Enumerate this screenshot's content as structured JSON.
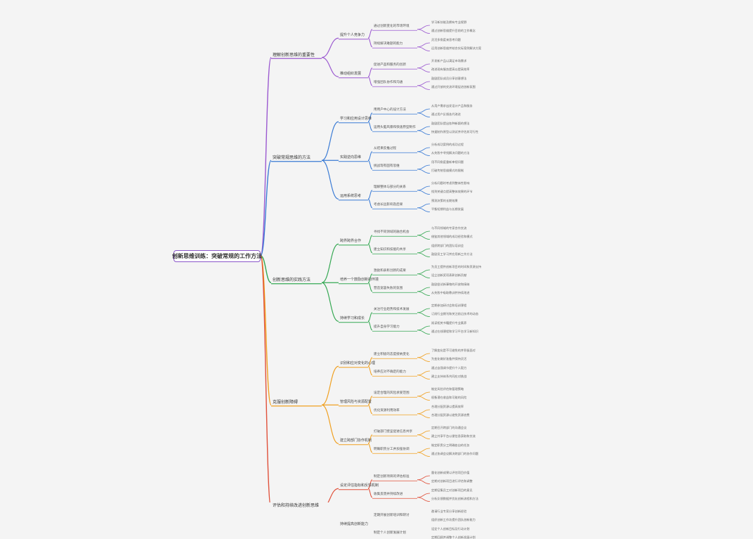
{
  "root": "创新思维训练：突破常规的工作方法",
  "colors": {
    "root_border": "#8a56c9",
    "branches": [
      "#9b59d0",
      "#3a7bd5",
      "#35a853",
      "#f0a020",
      "#e0503a"
    ]
  },
  "branches": [
    {
      "label": "理解创新思维的重要性",
      "children": [
        {
          "label": "提升个人竞争力",
          "children": [
            {
              "label": "通过创新变化的市场环境",
              "children": [
                "学习新技能及拥有专业视野",
                "通过创新思维提升目前的工作概念"
              ]
            },
            {
              "label": "持续解决难题的能力",
              "children": [
                "灵活多角度来思考问题",
                "运用创新思维并结合实际案例解决方案"
              ]
            }
          ]
        },
        {
          "label": "推动组织发展",
          "children": [
            {
              "label": "促进产品和服务的创新",
              "children": [
                "开发新产品以满足市场需求",
                "改进现有服务提高以提高效率"
              ]
            },
            {
              "label": "增强团队协作和沟通",
              "children": [
                "鼓励团队成员分享创意想法",
                "通过开放的交流环境促进创新氛围"
              ]
            }
          ]
        }
      ]
    },
    {
      "label": "突破常规思维的方法",
      "children": [
        {
          "label": "学习和应用设计思维",
          "children": [
            {
              "label": "用用户中心的设计方法",
              "children": [
                "从用户需求出发设计产品和服务",
                "通过用户反馈迭代改进"
              ]
            },
            {
              "label": "运用头脑风暴和快速原型制作",
              "children": [
                "鼓励团队提出各种新颖的想法",
                "快速制作原型以测试并评估其可行性"
              ]
            }
          ]
        },
        {
          "label": "实践逆向思维",
          "children": [
            {
              "label": "从结果反推过程",
              "children": [
                "分析成功案例的成功过程",
                "从失败中寻找解决问题的方法"
              ]
            },
            {
              "label": "挑战现有固有思维",
              "children": [
                "用不同角度重新审视问题",
                "打破传统思维模式的限制"
              ]
            }
          ]
        },
        {
          "label": "运用系统思考",
          "children": [
            {
              "label": "理解整体与部分的关系",
              "children": [
                "分析问题时考虑到整体性影响",
                "找到关键点提高整体效果的环节"
              ]
            },
            {
              "label": "考虑长远影响及后果",
              "children": [
                "预测决策的长期效果",
                "平衡短期利益与长期发展"
              ]
            }
          ]
        }
      ]
    },
    {
      "label": "创新思维的实践方法",
      "children": [
        {
          "label": "跨界跨界合作",
          "children": [
            {
              "label": "寻找不同领域的融合机会",
              "children": [
                "与不同领域的专家合作交流",
                "借鉴其他领域的成功经验和模式"
              ]
            },
            {
              "label": "建立知识和技能的共享",
              "children": [
                "组织跨部门的团队培训会",
                "鼓励员工学习并应用新工作方法"
              ]
            }
          ]
        },
        {
          "label": "培养一个鼓励创新的环境",
          "children": [
            {
              "label": "激励和表彰创新的成果",
              "children": [
                "为员工提供创新项目的时间和资源支持",
                "设立创新奖项表彰创新贡献"
              ]
            },
            {
              "label": "营造宽容失败的氛围",
              "children": [
                "鼓励尝试新事物的开放和接纳",
                "从失败中吸取教训并持续改进"
              ]
            }
          ]
        },
        {
          "label": "持续学习和成长",
          "children": [
            {
              "label": "关注行业趋势和技术发展",
              "children": [
                "定期参加研讨会和培训课程",
                "订阅行业期刊和关注前沿技术的动态"
              ]
            },
            {
              "label": "提升自身学习能力",
              "children": [
                "阅读相关书籍提升专业素养",
                "通过在线课程和学习平台学习新知识"
              ]
            }
          ]
        }
      ]
    },
    {
      "label": "克服创新障碍",
      "children": [
        {
          "label": "识别和应对变化的心理",
          "children": [
            {
              "label": "建立积极的态度接纳变化",
              "children": [
                "了解变化是不可避免的并积极面对",
                "为变化做好准备并保持灵活"
              ]
            },
            {
              "label": "培养应对不确定的能力",
              "children": [
                "通过自我调节提升个人毅力",
                "建立支持体系共同应对挑战"
              ]
            }
          ]
        },
        {
          "label": "管理风险与资源配置",
          "children": [
            {
              "label": "设定合理的风险承受范围",
              "children": [
                "制定风险评估和管理策略",
                "权衡潜在收益和可能的风险"
              ]
            },
            {
              "label": "优化资源利用效率",
              "children": [
                "合理分配资源以提高效率",
                "合理分配资源以避免资源浪费"
              ]
            }
          ]
        },
        {
          "label": "建立跨部门协作机制",
          "children": [
            {
              "label": "打破部门壁垒促进信息共享",
              "children": [
                "定期召开跨部门的沟通会议",
                "建立共享平台以便信息获取和交流"
              ]
            },
            {
              "label": "明确职责分工并加强协调",
              "children": [
                "制定职责分工明确各自的任务",
                "通过协调会议解决跨部门的协作问题"
              ]
            }
          ]
        }
      ]
    },
    {
      "label": "评估和持续改进创新思维",
      "children": [
        {
          "label": "设定评估指标和反馈机制",
          "children": [
            {
              "label": "制定创新项目的评估标准",
              "children": [
                "量化创新成果以评估项目价值",
                "定期对创新项目进行评估和调整"
              ]
            },
            {
              "label": "收集反馈并持续改进",
              "children": [
                "定期征集员工对创新项目的意见",
                "分析反馈数据并优化创新流程和方法"
              ]
            }
          ]
        },
        {
          "label": "持续提高创新能力",
          "children": [
            {
              "label": "定期开展创新培训和研讨",
              "children": [
                "邀请行业专家分享创新经验",
                "组织创新工作坊提升团队创新能力"
              ]
            },
            {
              "label": "制定个人创新发展计划",
              "children": [
                "设定个人创新目标及行动计划",
                "定期回顾并调整个人创新发展计划"
              ]
            }
          ]
        }
      ]
    }
  ]
}
